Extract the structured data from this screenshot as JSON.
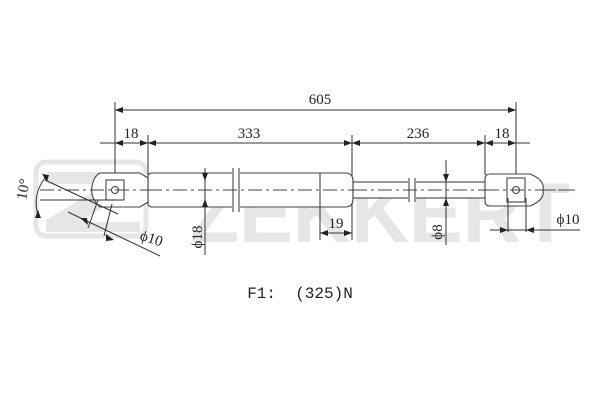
{
  "brand": {
    "watermark": "ZEKKERT",
    "watermark_color": "#e6e6e6"
  },
  "dimensions": {
    "overall_length": "605",
    "left_end_length": "18",
    "cylinder_length": "333",
    "rod_length": "236",
    "right_end_length": "18",
    "cylinder_diameter": "ϕ18",
    "rod_diameter": "ϕ8",
    "cylinder_cap_length": "19",
    "left_eye_diameter": "ϕ10",
    "right_eye_diameter": "ϕ10",
    "left_angle": "10°"
  },
  "spec": {
    "force_label": "F1:  (325)N"
  },
  "colors": {
    "line": "#333333",
    "background": "#ffffff"
  }
}
